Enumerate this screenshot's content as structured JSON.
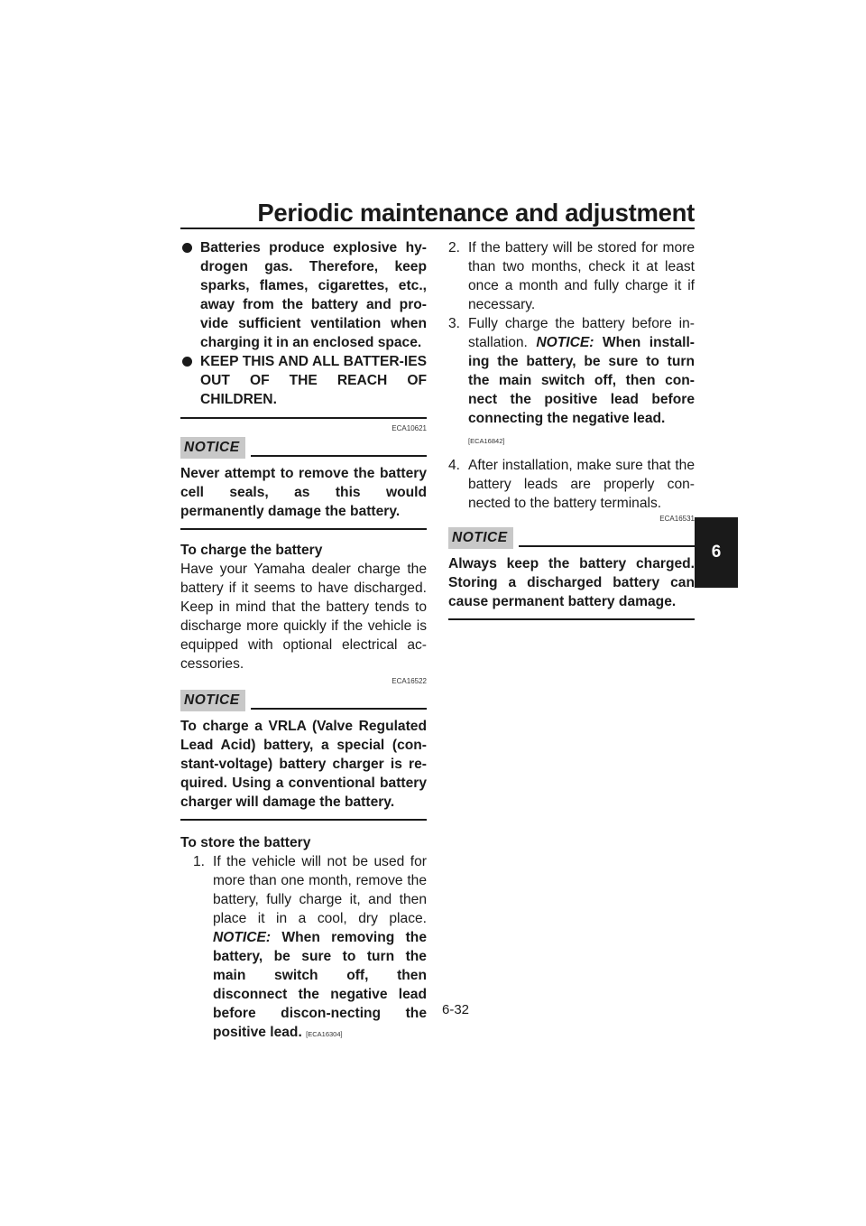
{
  "header": {
    "title": "Periodic maintenance and adjustment",
    "chapter_tab": "6"
  },
  "warning_bullets": [
    "Batteries produce explosive hy-drogen gas. Therefore, keep sparks, flames, cigarettes, etc., away from the battery and pro-vide sufficient ventilation when charging it in an enclosed space.",
    "KEEP THIS AND ALL BATTER-IES OUT OF THE REACH OF CHILDREN."
  ],
  "notice1": {
    "code": "ECA10621",
    "label": "NOTICE",
    "text": "Never attempt to remove the battery cell seals, as this would permanently damage the battery."
  },
  "charge": {
    "heading": "To charge the battery",
    "text": "Have your Yamaha dealer charge the battery if it seems to have discharged. Keep in mind that the battery tends to discharge more quickly if the vehicle is equipped with optional electrical ac-cessories."
  },
  "notice2": {
    "code": "ECA16522",
    "label": "NOTICE",
    "text": "To charge a VRLA (Valve Regulated Lead Acid) battery, a special (con-stant-voltage) battery charger is re-quired. Using a conventional battery charger will damage the battery."
  },
  "store": {
    "heading": "To store the battery",
    "steps": [
      {
        "num": "1.",
        "text": "If the vehicle will not be used for more than one month, remove the battery, fully charge it, and then place it in a cool, dry place.",
        "notice_label": "NOTICE:",
        "notice_text": "When removing the battery, be sure to turn the main switch off, then disconnect the negative lead before discon-necting the positive lead.",
        "code": "[ECA16304]"
      },
      {
        "num": "2.",
        "text": "If the battery will be stored for more than two months, check it at least once a month and fully charge it if necessary."
      },
      {
        "num": "3.",
        "text": "Fully charge the battery before in-stallation.",
        "notice_label": "NOTICE:",
        "notice_text": "When install-ing the battery, be sure to turn the main switch off, then con-nect the positive lead before connecting the negative lead.",
        "code": "[ECA16842]"
      },
      {
        "num": "4.",
        "text": "After installation, make sure that the battery leads are properly con-nected to the battery terminals."
      }
    ]
  },
  "notice3": {
    "code": "ECA16531",
    "label": "NOTICE",
    "text": "Always keep the battery charged. Storing a discharged battery can cause permanent battery damage."
  },
  "page_number": "6-32"
}
